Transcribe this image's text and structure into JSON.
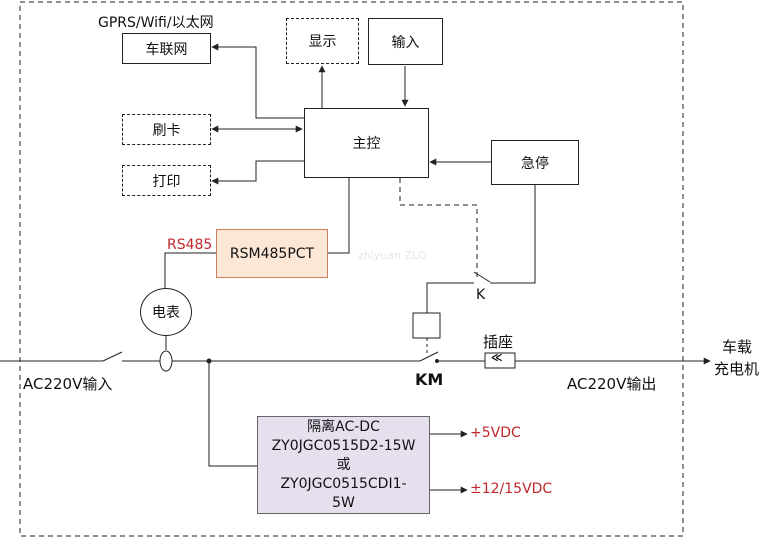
{
  "network_caption": "GPRS/Wifi/以太网",
  "blocks": {
    "car_network": "车联网",
    "display": "显示",
    "input": "输入",
    "controller": "主控",
    "card_swipe": "刷卡",
    "emergency_stop": "急停",
    "print": "打印",
    "rs485_module": "RSM485PCT",
    "meter": "电表"
  },
  "labels": {
    "rs485": "RS485",
    "relay_k": "K",
    "socket": "插座",
    "output_target_line1": "车载",
    "output_target_line2": "充电机",
    "ac_input": "AC220V输入",
    "ac_output": "AC220V输出",
    "contactor": "KM",
    "watermark": "zhiyuan ZLG"
  },
  "power_module": {
    "line1": "隔离AC-DC",
    "line2": "ZY0JGC0515D2-15W",
    "line3": "或",
    "line4": "ZY0JGC0515CDI1-",
    "line5": "5W"
  },
  "outputs": {
    "v5": "+5VDC",
    "v12": "±12/15VDC"
  },
  "colors": {
    "accent_red": "#c0282d",
    "rs485_fill": "#fce7d6",
    "rs485_border": "#c8815a",
    "power_fill": "#e6e0ee",
    "line": "#222222"
  }
}
